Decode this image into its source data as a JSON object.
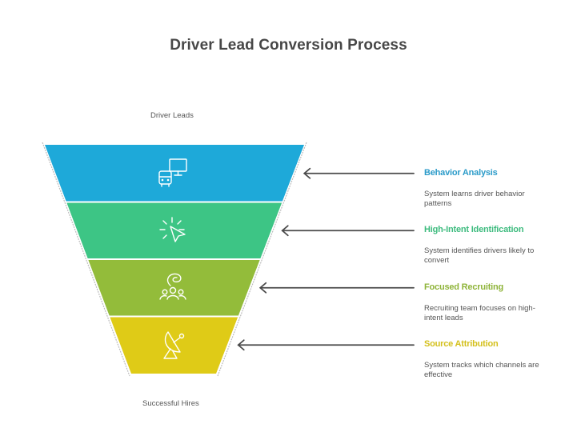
{
  "title": "Driver Lead Conversion Process",
  "top_label": "Driver Leads",
  "bottom_label": "Successful Hires",
  "stages": [
    {
      "title": "Behavior Analysis",
      "description": "System learns driver behavior patterns",
      "color": "#1EA9D9",
      "title_color": "#2B9BC9",
      "icon": "bus-monitor-icon"
    },
    {
      "title": "High-Intent Identification",
      "description": "System identifies drivers likely to convert",
      "color": "#3DC585",
      "title_color": "#3DBB7E",
      "icon": "cursor-click-icon"
    },
    {
      "title": "Focused Recruiting",
      "description": "Recruiting team focuses on high-intent leads",
      "color": "#93BC3A",
      "title_color": "#8FB43A",
      "icon": "team-focus-icon"
    },
    {
      "title": "Source Attribution",
      "description": "System tracks which channels are effective",
      "color": "#DFCB17",
      "title_color": "#D4C01C",
      "icon": "satellite-dish-icon"
    }
  ],
  "colors": {
    "title": "#474747",
    "text": "#555555",
    "arrow": "#4A4A4A",
    "outline": "#BDBDBD"
  }
}
